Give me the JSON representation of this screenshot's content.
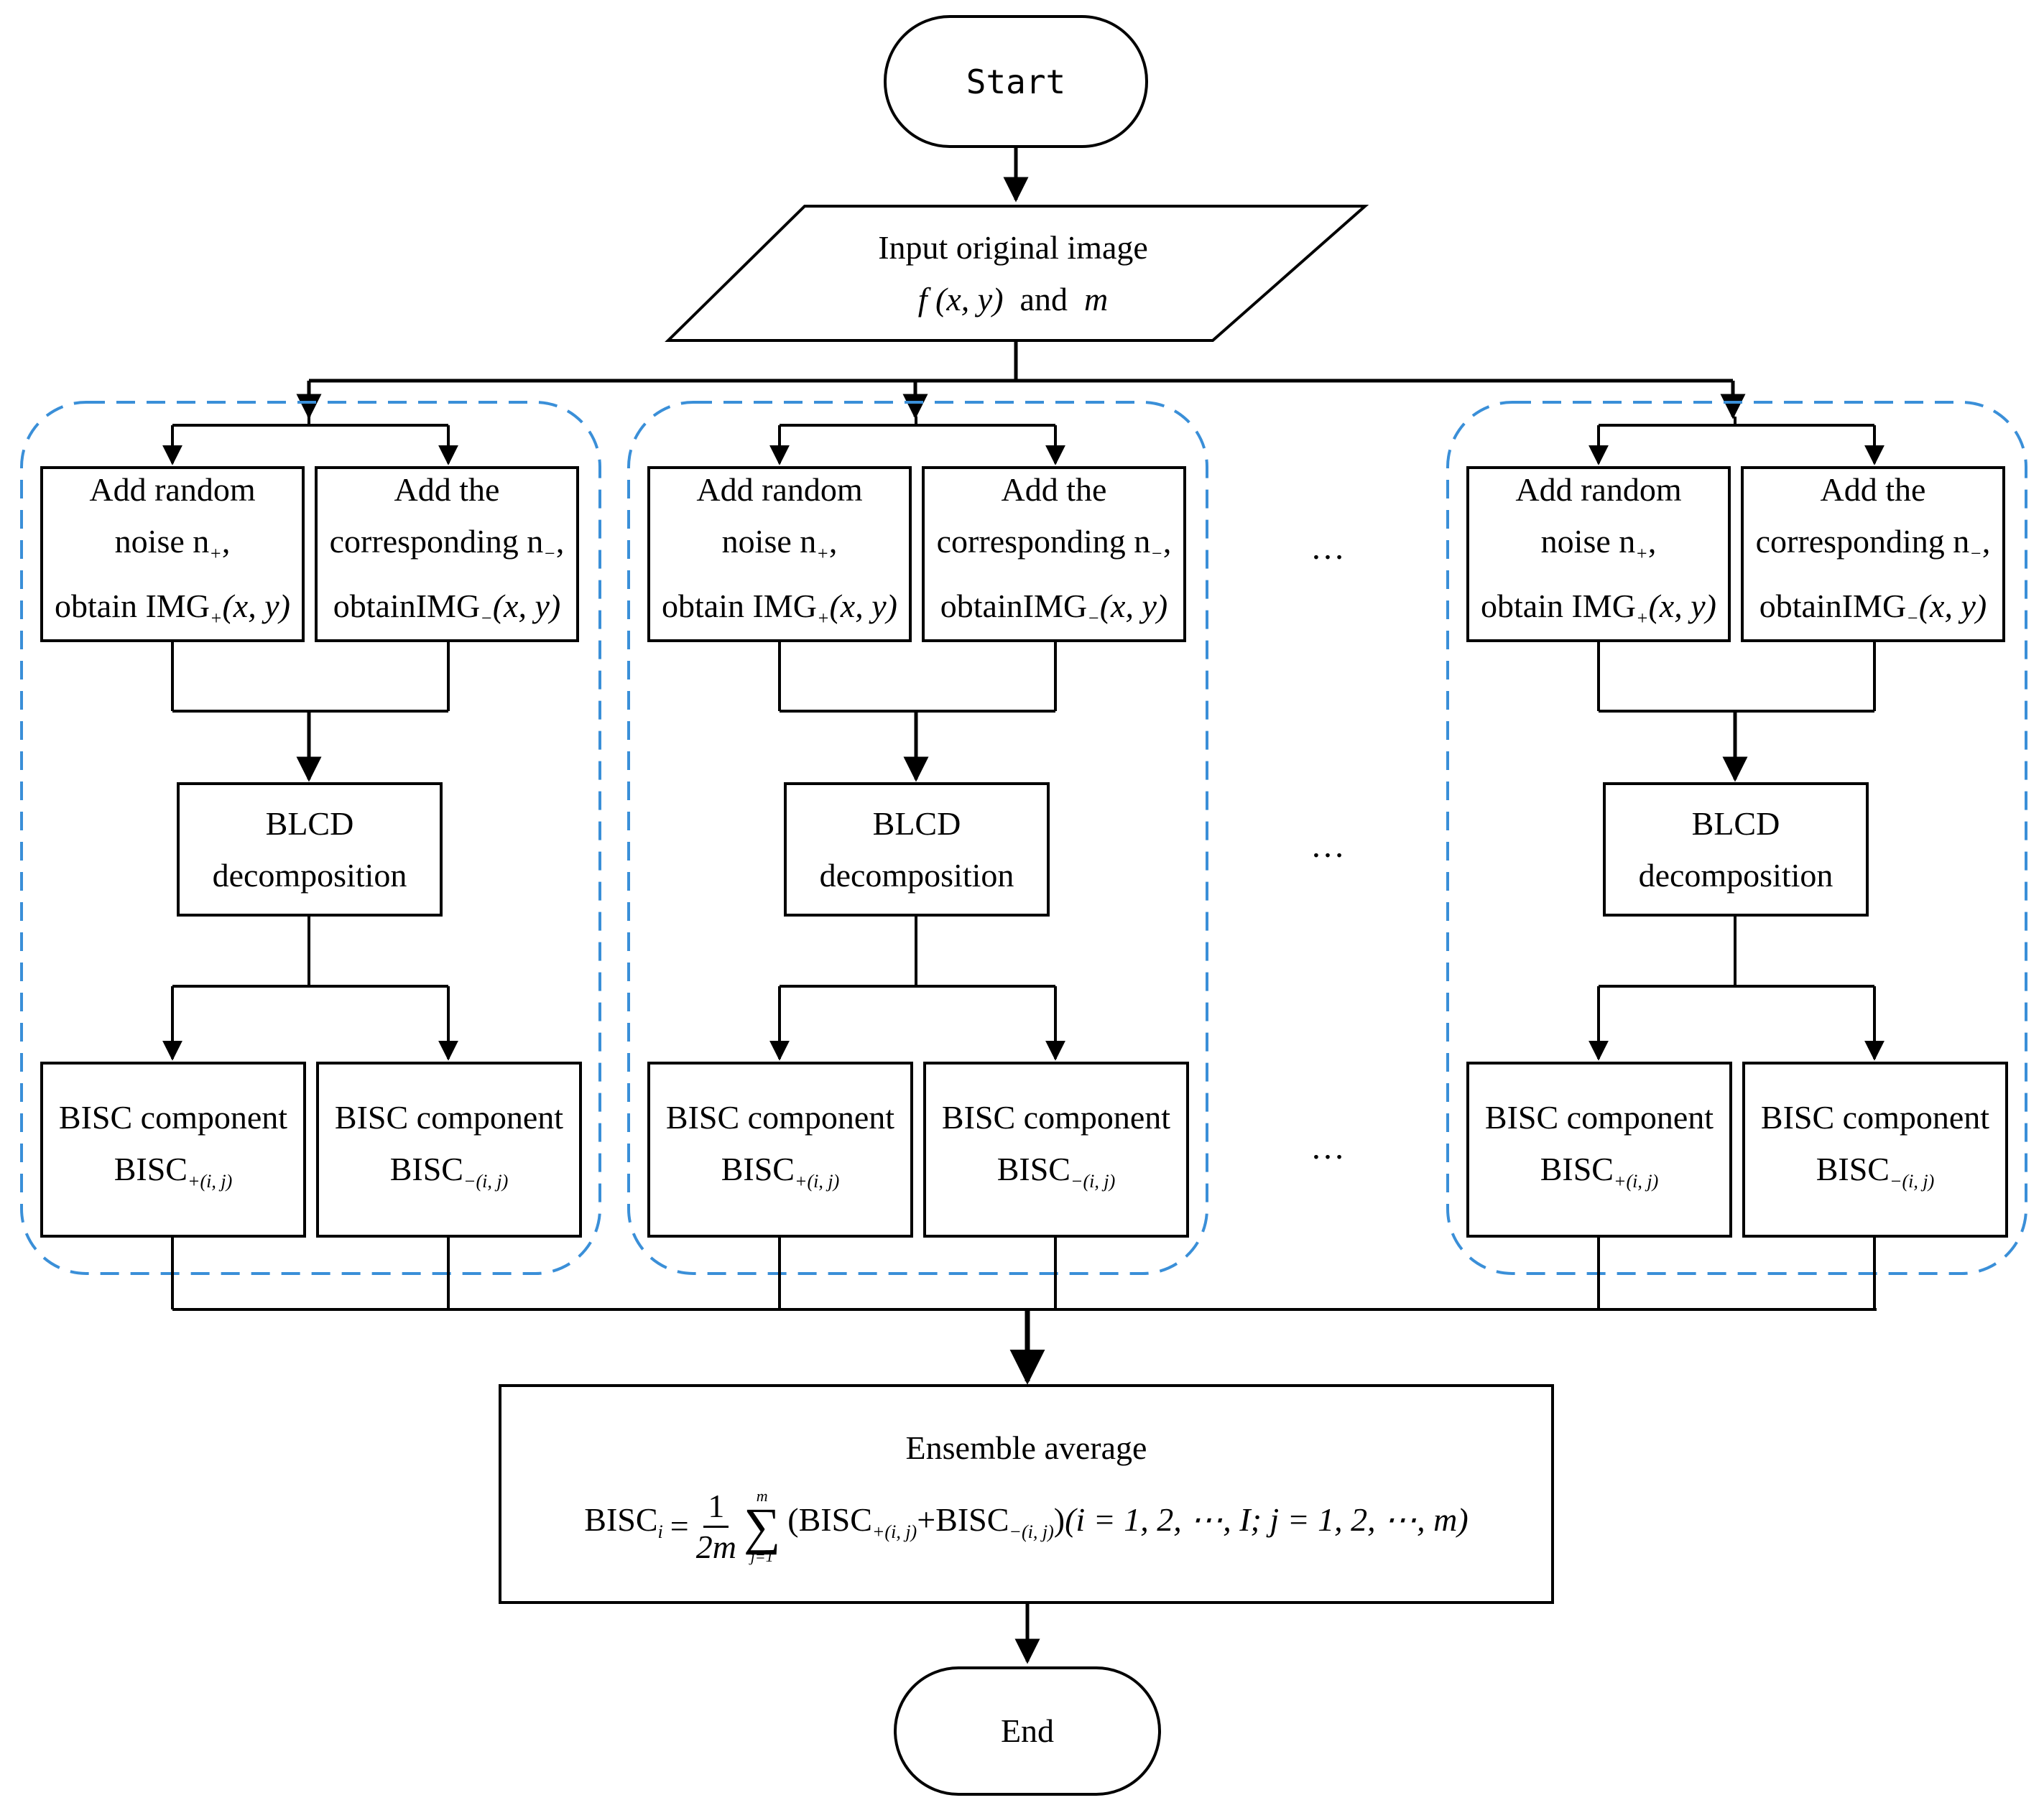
{
  "start": {
    "label": "Start"
  },
  "end": {
    "label": "End"
  },
  "input": {
    "line1": "Input original image",
    "line2_func": "f (x, y)",
    "line2_and": "and",
    "line2_m": "m"
  },
  "ellipsis": "…",
  "groups": [
    {
      "add_random": {
        "line1": "Add random",
        "line2": "noise  n",
        "line2_sub": "+",
        "line2_tail": ",",
        "line3": "obtain IMG",
        "line3_sub": "+",
        "line3_tail": "(x, y)"
      },
      "add_corresponding": {
        "line1": "Add the",
        "line2": "corresponding n",
        "line2_sub": "−",
        "line2_tail": ",",
        "line3": "obtainIMG",
        "line3_sub": "−",
        "line3_tail": "(x, y)"
      },
      "blcd": {
        "line1": "BLCD",
        "line2": "decomposition"
      },
      "bisc_plus": {
        "line1": "BISC component",
        "line2": "BISC",
        "line2_sub": "+(i, j)"
      },
      "bisc_minus": {
        "line1": "BISC component",
        "line2": "BISC",
        "line2_sub": "−(i, j)"
      }
    },
    {
      "add_random": {
        "line1": "Add random",
        "line2": "noise  n",
        "line2_sub": "+",
        "line2_tail": ",",
        "line3": "obtain IMG",
        "line3_sub": "+",
        "line3_tail": "(x, y)"
      },
      "add_corresponding": {
        "line1": "Add the",
        "line2": "corresponding n",
        "line2_sub": "−",
        "line2_tail": ",",
        "line3": "obtainIMG",
        "line3_sub": "−",
        "line3_tail": "(x, y)"
      },
      "blcd": {
        "line1": "BLCD",
        "line2": "decomposition"
      },
      "bisc_plus": {
        "line1": "BISC component",
        "line2": "BISC",
        "line2_sub": "+(i, j)"
      },
      "bisc_minus": {
        "line1": "BISC component",
        "line2": "BISC",
        "line2_sub": "−(i, j)"
      }
    },
    {
      "add_random": {
        "line1": "Add random",
        "line2": "noise  n",
        "line2_sub": "+",
        "line2_tail": ",",
        "line3": "obtain IMG",
        "line3_sub": "+",
        "line3_tail": "(x, y)"
      },
      "add_corresponding": {
        "line1": "Add the",
        "line2": "corresponding n",
        "line2_sub": "−",
        "line2_tail": ",",
        "line3": "obtainIMG",
        "line3_sub": "−",
        "line3_tail": "(x, y)"
      },
      "blcd": {
        "line1": "BLCD",
        "line2": "decomposition"
      },
      "bisc_plus": {
        "line1": "BISC component",
        "line2": "BISC",
        "line2_sub": "+(i, j)"
      },
      "bisc_minus": {
        "line1": "BISC component",
        "line2": "BISC",
        "line2_sub": "−(i, j)"
      }
    }
  ],
  "ensemble": {
    "title": "Ensemble average",
    "lhs": "BISC",
    "lhs_sub": "i",
    "equals": "=",
    "frac_num": "1",
    "frac_den": "2m",
    "sum_top": "m",
    "sum_sym": "∑",
    "sum_bottom": "j=1",
    "open": "(BISC",
    "plus_sub": "+(i, j)",
    "plus_mid": "+BISC",
    "minus_sub": "−(i, j)",
    "close": ")",
    "range": "(i = 1, 2, ⋯, I; j = 1, 2, ⋯, m)"
  },
  "colors": {
    "stroke": "#000000",
    "group_border": "#3a8fd8",
    "background": "#ffffff"
  }
}
